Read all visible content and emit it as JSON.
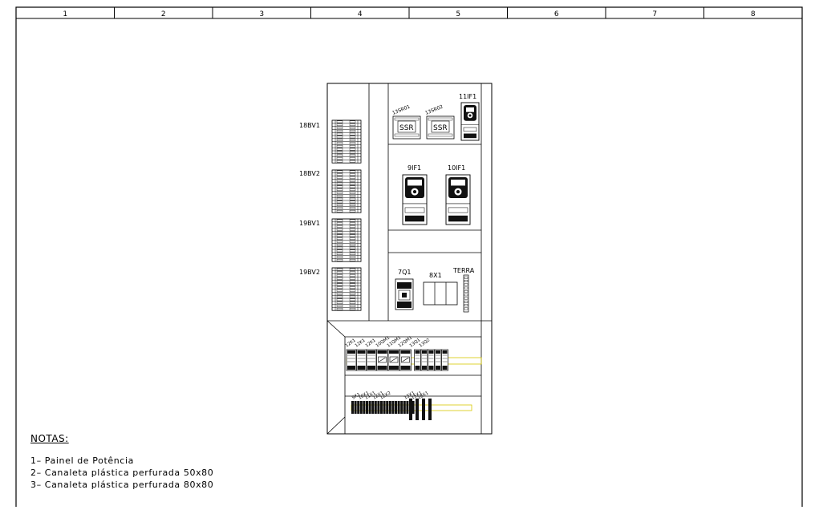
{
  "title_block": {
    "columns": [
      "1",
      "2",
      "3",
      "4",
      "5",
      "6",
      "7",
      "8"
    ]
  },
  "panel": {
    "vertical_labels": [
      "18BV1",
      "18BV2",
      "19BV1",
      "19BV2"
    ],
    "ssr_tags": [
      "13SR01",
      "13SR02"
    ],
    "ssr_text": "SSR",
    "drives": [
      "11IF1",
      "9IF1",
      "10IF1"
    ],
    "breaker": "7Q1",
    "terminal_block": "8X1",
    "ground": "TERRA",
    "upper_rail_tags": [
      "12K1",
      "12K1",
      "12K1",
      "10QM1",
      "11QM1",
      "12QM1",
      "13Q1",
      "13Q2"
    ],
    "lower_rail_tags": [
      "9X1",
      "10X1",
      "11X1",
      "12X1",
      "12X2",
      "13X1",
      "15X1",
      "18X1"
    ]
  },
  "notes": {
    "title": "NOTAS:",
    "items": [
      "1– Painel de Potência",
      "2– Canaleta plástica perfurada 50x80",
      "3– Canaleta plástica perfurada 80x80"
    ]
  }
}
